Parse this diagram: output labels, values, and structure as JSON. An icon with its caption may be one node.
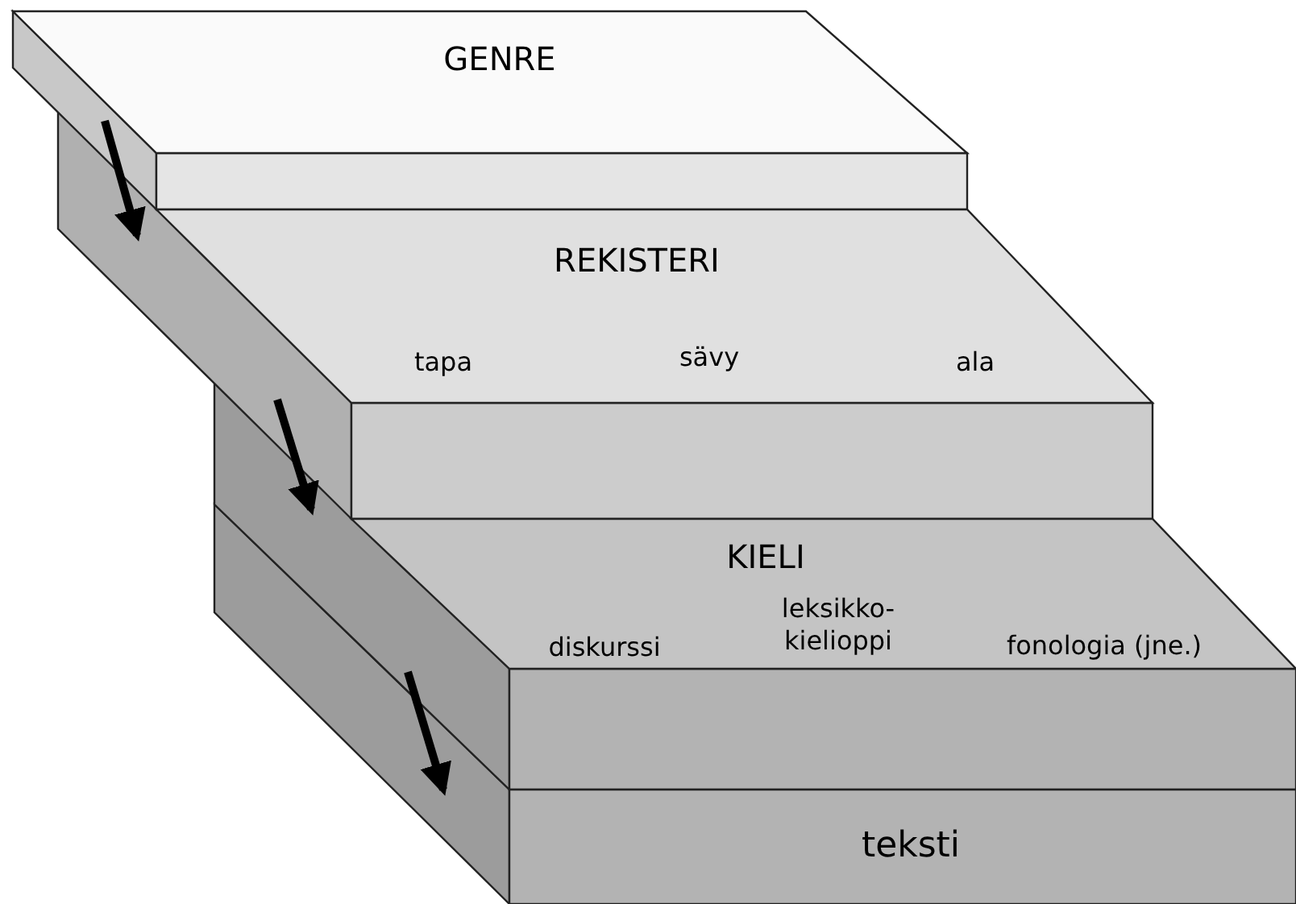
{
  "diagram": {
    "nodes": [
      {
        "text": [
          "GENRE"
        ]
      },
      {
        "text": [
          "REKISTERI",
          "tapa",
          "sävy",
          "ala"
        ]
      },
      {
        "text": [
          "KIELI",
          "diskurssi",
          "leksikko- kielioppi",
          "fonologia (jne.)"
        ]
      },
      {
        "text": [
          "teksti"
        ]
      }
    ],
    "edges": [
      {
        "from": 0,
        "to": 1,
        "arrow": "to"
      },
      {
        "from": 1,
        "to": 2,
        "arrow": "to"
      },
      {
        "from": 2,
        "to": 3,
        "arrow": "to"
      }
    ]
  }
}
